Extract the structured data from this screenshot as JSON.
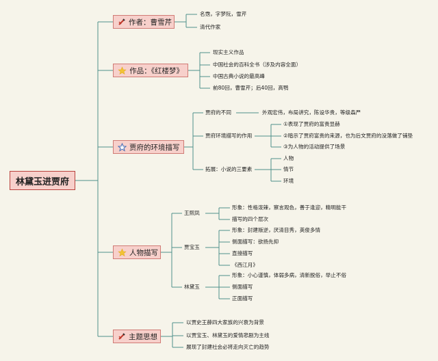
{
  "root": "林黛玉进贾府",
  "branches": {
    "author": {
      "label": "作者：曹雪芹",
      "icon": "pencil-icon",
      "items": [
        "名霑，字梦阮，雪芹",
        "清代作家"
      ]
    },
    "work": {
      "label": "作品：《红楼梦》",
      "icon": "star-icon",
      "items": [
        "现实主义作品",
        "中国社会的百科全书（涉及内容全面）",
        "中国古典小说的最高峰",
        "前80回，曹雪芹；后40回，高鹗"
      ]
    },
    "env": {
      "label": "贾府的环境描写",
      "icon": "star-outline-icon",
      "diff_label": "贾府的不同",
      "diff_value": "外观宏伟，布局讲究，陈设华贵，等级森严",
      "role_label": "贾府环境描写的作用",
      "roles": [
        "①表现了贾府的富贵显赫",
        "②暗示了贾府富贵的来源，也为后文贾府的没落做了铺垫",
        "③为人物的活动提供了场景"
      ],
      "ext_label": "拓展：小说的三要素",
      "elements": [
        "人物",
        "情节",
        "环境"
      ]
    },
    "chars": {
      "label": "人物描写",
      "icon": "star-icon",
      "wang": {
        "name": "王熙凤",
        "items": [
          "形象：性格泼辣，察言观色，善于逢迎，精明能干",
          "描写的四个层次"
        ]
      },
      "jia": {
        "name": "贾宝玉",
        "items": [
          "形象：封建叛逆，厌清目秀，英俊多情",
          "侧面描写：欲扬先抑",
          "直接描写",
          "《西江月》"
        ]
      },
      "lin": {
        "name": "林黛玉",
        "items": [
          "形象：小心谨慎，体弱多病，清新脱俗，举止不俗",
          "侧面描写",
          "正面描写"
        ]
      }
    },
    "theme": {
      "label": "主题思想",
      "icon": "pencil-icon",
      "items": [
        "以贾史王薛四大家族的兴衰为背景",
        "以贾宝玉、林黛玉的爱情悲剧为主线",
        "展现了封建社会必将走向灭亡的趋势"
      ]
    }
  },
  "colors": {
    "line": "#4e8f8a",
    "node_fill": "#f7d0cb",
    "node_border": "#c0504d",
    "star": "#f2c335",
    "star_outline": "#4a6fb5",
    "pencil": "#c0392b"
  }
}
